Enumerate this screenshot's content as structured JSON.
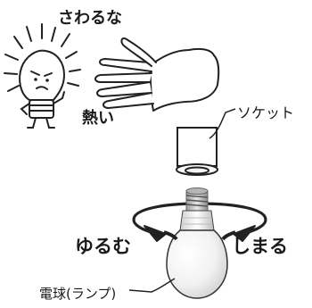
{
  "labels": {
    "dont_touch": "さわるな",
    "hot": "熱い",
    "socket": "ソケット",
    "loosen": "ゆるむ",
    "tighten": "しまる",
    "bulb": "電球(ランプ)"
  }
}
